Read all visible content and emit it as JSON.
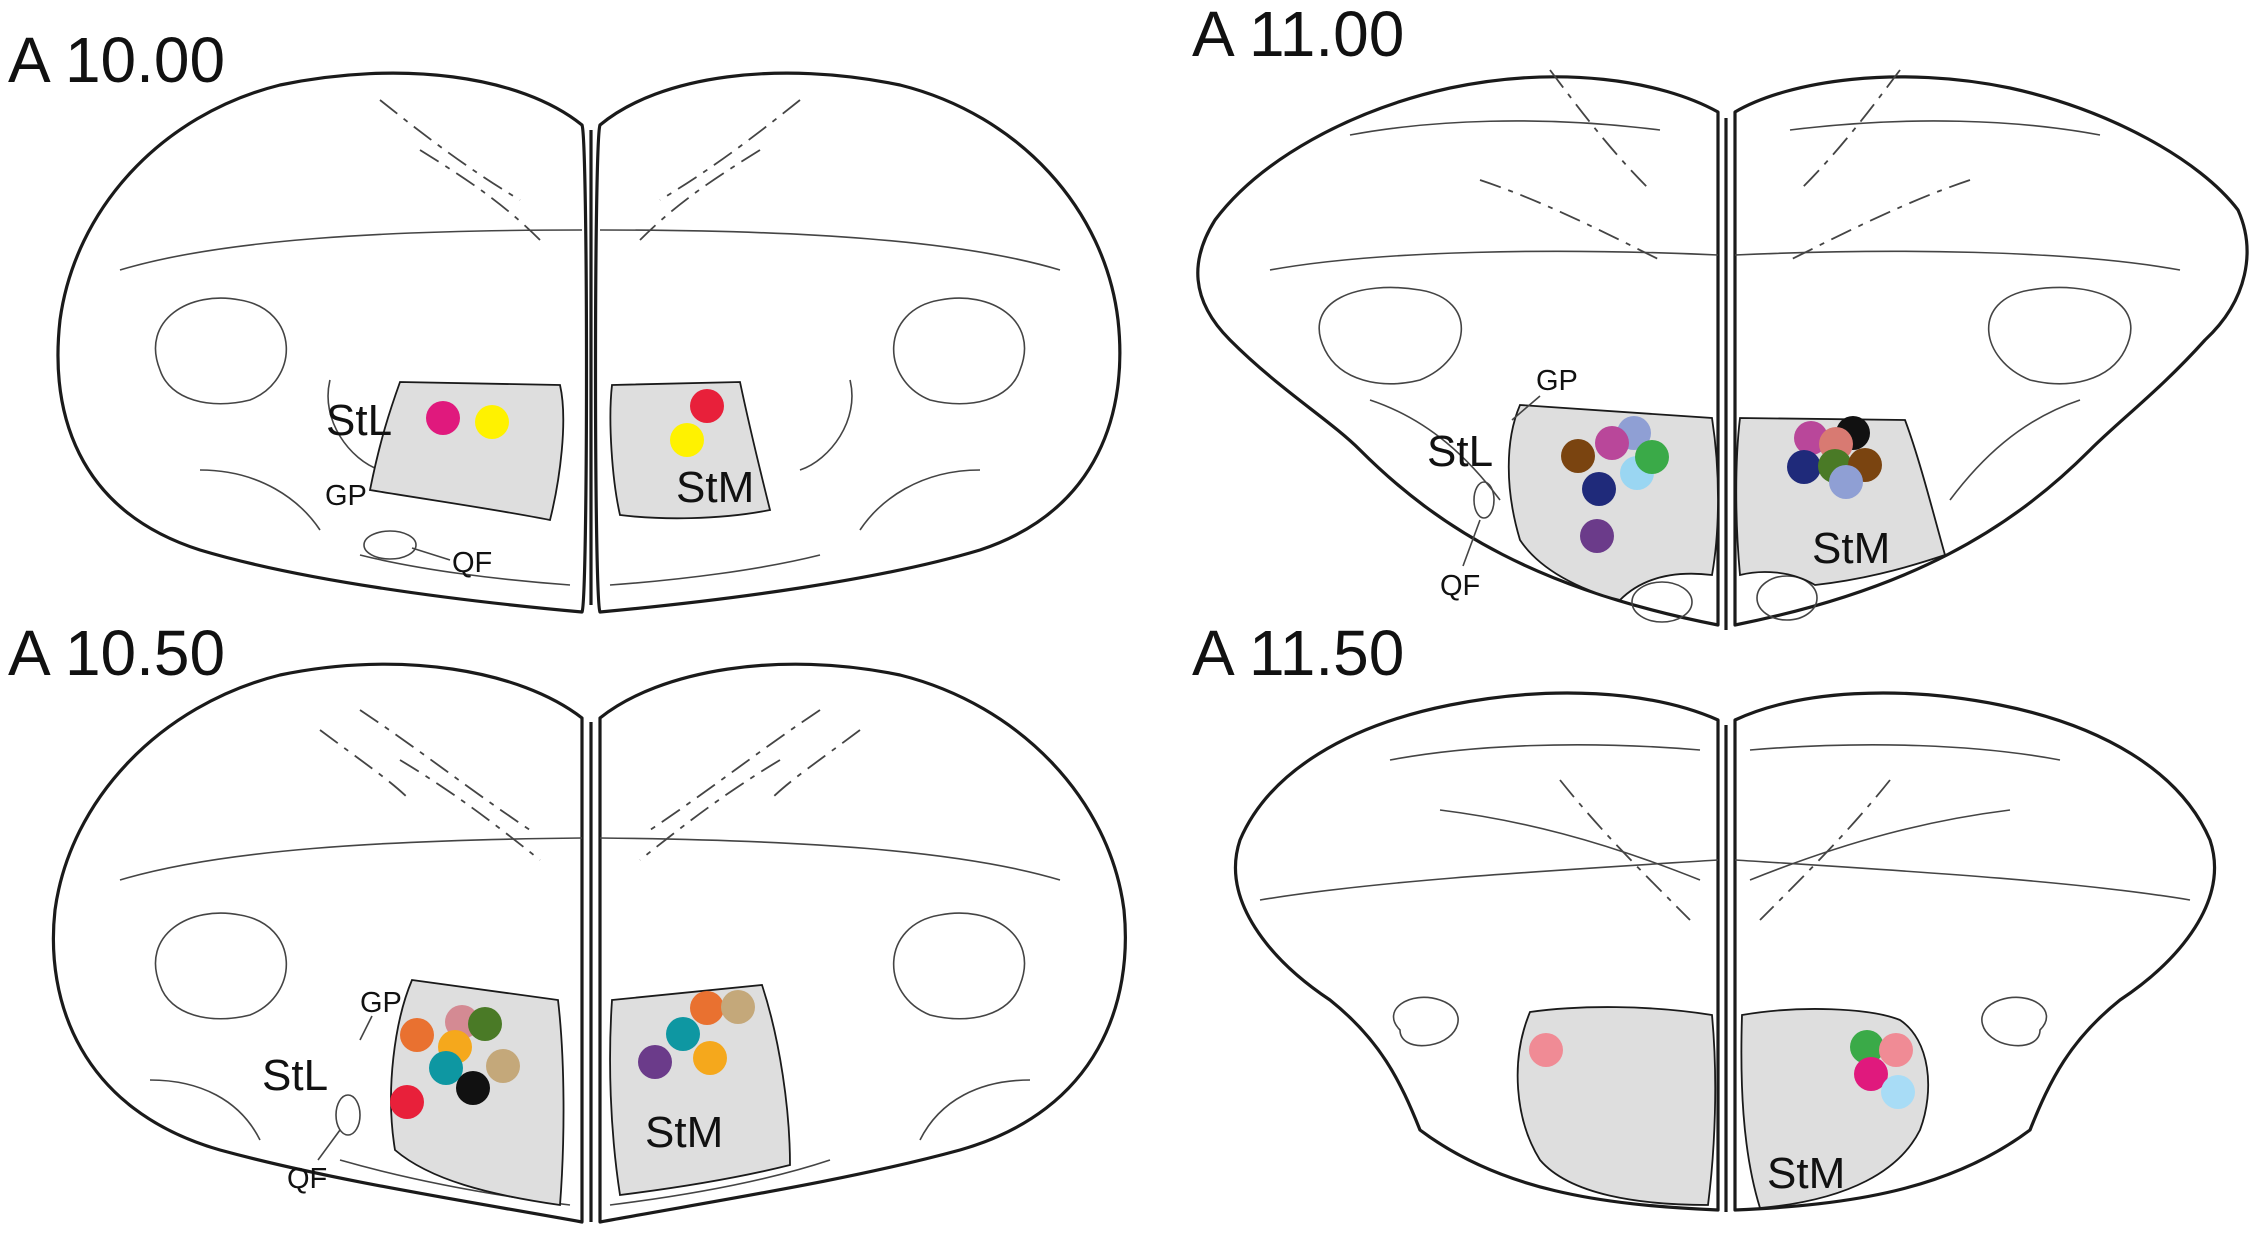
{
  "panels": [
    {
      "label": "A 10.00",
      "region_labels": {
        "stl": "StL",
        "gp": "GP",
        "qf": "QF",
        "stm": "StM"
      },
      "dots": [
        {
          "color": "#e0197d",
          "side": "StL"
        },
        {
          "color": "#fff200",
          "side": "StL"
        },
        {
          "color": "#e8203a",
          "side": "StM"
        },
        {
          "color": "#fff200",
          "side": "StM"
        }
      ]
    },
    {
      "label": "A 10.50",
      "region_labels": {
        "stl": "StL",
        "gp": "GP",
        "qf": "QF",
        "stm": "StM"
      },
      "dots": [
        {
          "color": "#e97130",
          "side": "StL"
        },
        {
          "color": "#d48a93",
          "side": "StL"
        },
        {
          "color": "#4a7a26",
          "side": "StL"
        },
        {
          "color": "#f5a81c",
          "side": "StL"
        },
        {
          "color": "#0e97a2",
          "side": "StL"
        },
        {
          "color": "#c4a87a",
          "side": "StL"
        },
        {
          "color": "#e8203a",
          "side": "StL"
        },
        {
          "color": "#111111",
          "side": "StL"
        },
        {
          "color": "#e97130",
          "side": "StM"
        },
        {
          "color": "#c4a87a",
          "side": "StM"
        },
        {
          "color": "#0e97a2",
          "side": "StM"
        },
        {
          "color": "#6b3b8a",
          "side": "StM"
        },
        {
          "color": "#f5a81c",
          "side": "StM"
        }
      ]
    },
    {
      "label": "A 11.00",
      "region_labels": {
        "stl": "StL",
        "gp": "GP",
        "qf": "QF",
        "stm": "StM"
      },
      "dots": [
        {
          "color": "#8f9fd4",
          "side": "StL"
        },
        {
          "color": "#b9479a",
          "side": "StL"
        },
        {
          "color": "#7a4410",
          "side": "StL"
        },
        {
          "color": "#9ad6f2",
          "side": "StL"
        },
        {
          "color": "#3aaa48",
          "side": "StL"
        },
        {
          "color": "#1f2a7a",
          "side": "StL"
        },
        {
          "color": "#6b3b8a",
          "side": "StL"
        },
        {
          "color": "#111111",
          "side": "StM"
        },
        {
          "color": "#b9479a",
          "side": "StM"
        },
        {
          "color": "#d87a72",
          "side": "StM"
        },
        {
          "color": "#1f2a7a",
          "side": "StM"
        },
        {
          "color": "#4a7a26",
          "side": "StM"
        },
        {
          "color": "#7a4410",
          "side": "StM"
        },
        {
          "color": "#8f9fd4",
          "side": "StM"
        }
      ]
    },
    {
      "label": "A 11.50",
      "region_labels": {
        "stm": "StM"
      },
      "dots": [
        {
          "color": "#f08b95",
          "side": "StL"
        },
        {
          "color": "#3aaa48",
          "side": "StM"
        },
        {
          "color": "#f08b95",
          "side": "StM"
        },
        {
          "color": "#e0197d",
          "side": "StM"
        },
        {
          "color": "#a8dcf6",
          "side": "StM"
        }
      ]
    }
  ]
}
